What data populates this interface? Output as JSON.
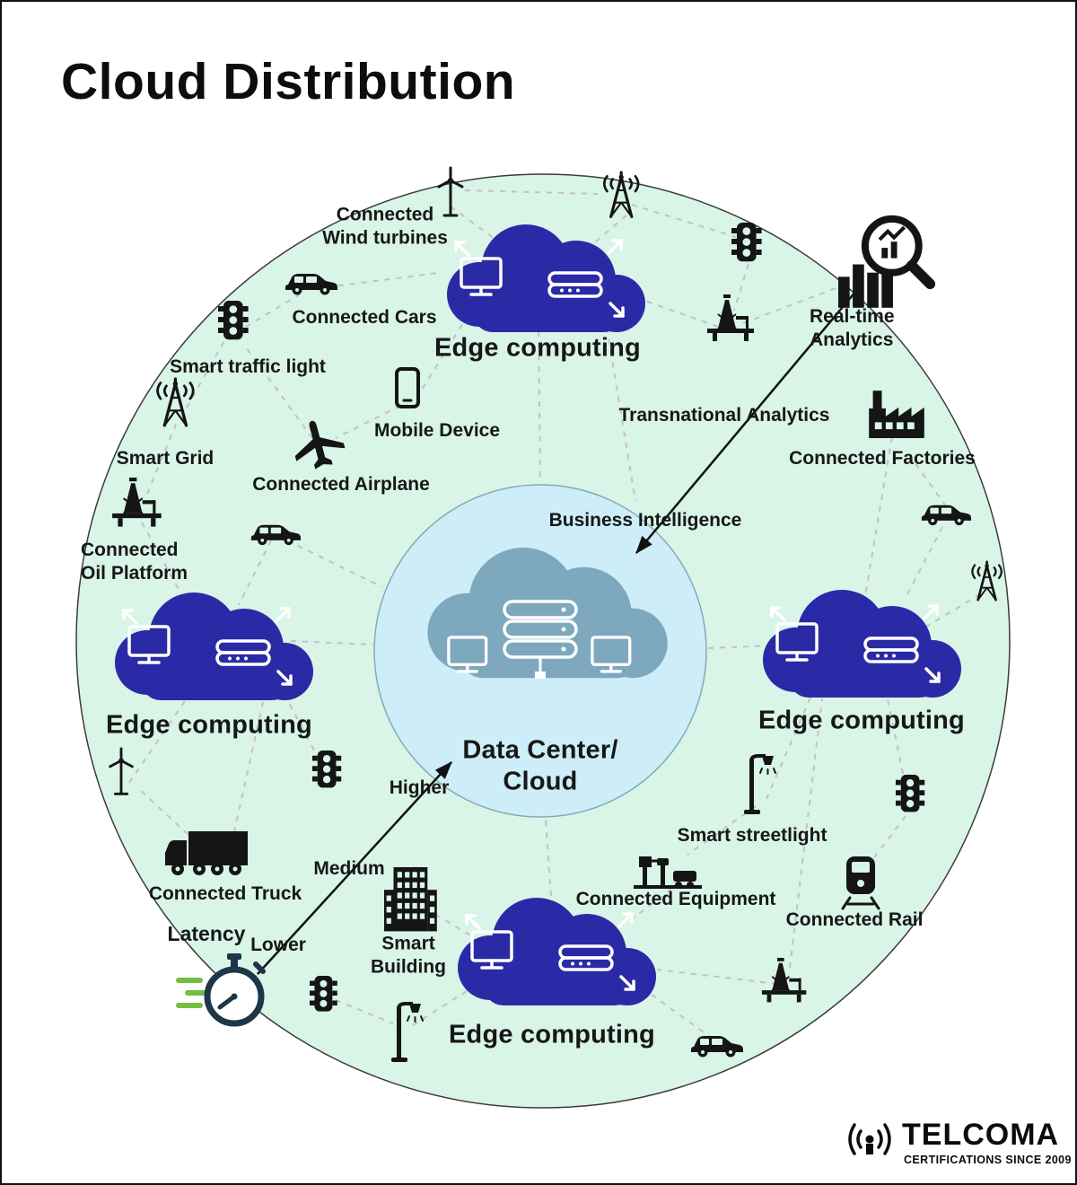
{
  "title": "Cloud Distribution",
  "colors": {
    "outer_circle": "#d8f5e7",
    "inner_circle": "#cdeef8",
    "edge_cloud": "#2b2aa6",
    "center_cloud": "#7ea8bd",
    "icon_ink": "#171717",
    "dashed_line": "#c9bdc9",
    "stopwatch_green": "#72bf44",
    "stopwatch_navy": "#1d3748"
  },
  "center": {
    "label": "Data Center/\nCloud",
    "business_intelligence": "Business Intelligence"
  },
  "edge_clouds": [
    {
      "id": "top",
      "label": "Edge computing"
    },
    {
      "id": "left",
      "label": "Edge computing"
    },
    {
      "id": "right",
      "label": "Edge computing"
    },
    {
      "id": "bottom",
      "label": "Edge computing"
    }
  ],
  "labels": {
    "connected_wind_turbines": "Connected\nWind turbines",
    "connected_cars": "Connected Cars",
    "smart_traffic_light": "Smart traffic light",
    "smart_grid": "Smart Grid",
    "connected_oil_platform": "Connected\nOil Platform",
    "mobile_device": "Mobile Device",
    "connected_airplane": "Connected Airplane",
    "real_time_analytics": "Real-time\nAnalytics",
    "transnational_analytics": "Transnational Analytics",
    "connected_factories": "Connected Factories",
    "connected_truck": "Connected Truck",
    "smart_building": "Smart\nBuilding",
    "smart_streetlight": "Smart streetlight",
    "connected_equipment": "Connected Equipment",
    "connected_rail": "Connected Rail"
  },
  "latency": {
    "title": "Latency",
    "higher": "Higher",
    "medium": "Medium",
    "lower": "Lower"
  },
  "logo": {
    "brand": "TELCOMA",
    "tagline": "CERTIFICATIONS SINCE 2009"
  },
  "icons": [
    "wind-turbine-icon",
    "radio-tower-icon",
    "traffic-light-icon",
    "car-icon",
    "oil-platform-icon",
    "mobile-phone-icon",
    "airplane-icon",
    "analytics-magnifier-icon",
    "factory-icon",
    "truck-icon",
    "building-icon",
    "stopwatch-icon",
    "streetlight-icon",
    "equipment-icon",
    "train-icon",
    "monitor-icon",
    "server-icon",
    "cloud-icon",
    "telcoma-logo-icon"
  ]
}
